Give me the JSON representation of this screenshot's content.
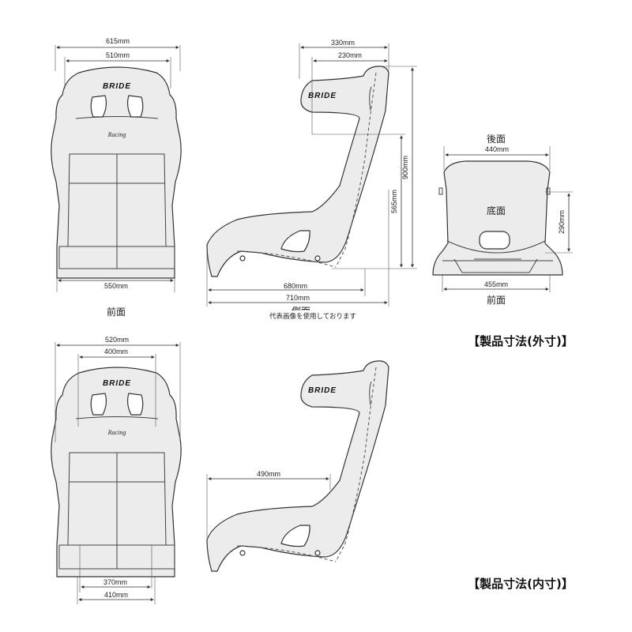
{
  "outer": {
    "front": {
      "brand": "BRIDE",
      "script": "Racing",
      "width_outer": "615mm",
      "width_inner": "510mm",
      "width_base": "550mm",
      "caption": "前面"
    },
    "side": {
      "top_outer": "330mm",
      "top_inner": "230mm",
      "height_total": "900mm",
      "height_mid": "565mm",
      "depth_inner": "680mm",
      "depth_outer": "710mm",
      "caption": "側面",
      "note": "代表画像を使用しております"
    },
    "rear": {
      "title": "後面",
      "width_top": "440mm",
      "bottom_label": "底面",
      "height": "290mm",
      "width_base": "455mm",
      "caption": "前面"
    },
    "label": "【製品寸法(外寸)】"
  },
  "inner": {
    "front": {
      "brand": "BRIDE",
      "script": "Racing",
      "width_outer": "520mm",
      "width_inner": "400mm",
      "width_low1": "370mm",
      "width_low2": "410mm"
    },
    "side": {
      "depth": "490mm"
    },
    "label": "【製品寸法(内寸)】"
  }
}
